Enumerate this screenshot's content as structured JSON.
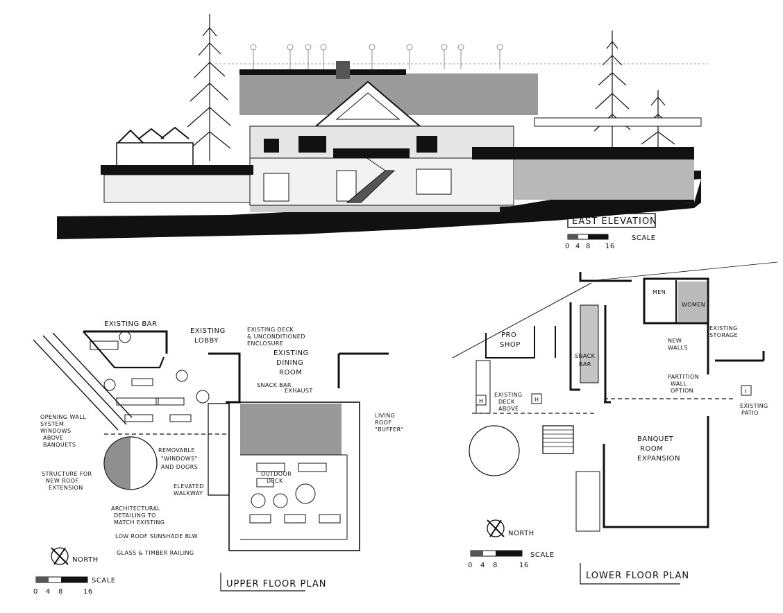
{
  "elevation": {
    "title": "EAST ELEVATION",
    "scale_label": "SCALE",
    "scale_ticks": [
      "0",
      "4",
      "8",
      "16"
    ]
  },
  "upper_plan": {
    "title": "UPPER FLOOR PLAN",
    "north_label": "NORTH",
    "scale_label": "SCALE",
    "scale_ticks": [
      "0",
      "4",
      "8",
      "16"
    ],
    "labels": {
      "existing_bar": "EXISTING BAR",
      "existing_lobby_1": "EXISTING",
      "existing_lobby_2": "LOBBY",
      "existing_deck_1": "EXISTING DECK",
      "existing_deck_2": "& UNCONDITIONED",
      "existing_deck_3": "ENCLOSURE",
      "dining_1": "EXISTING",
      "dining_2": "DINING",
      "dining_3": "ROOM",
      "snack_exhaust_1": "SNACK BAR",
      "snack_exhaust_2": "EXHAUST",
      "living_roof_1": "LIVING",
      "living_roof_2": "ROOF",
      "living_roof_3": "\"BUFFER\"",
      "opening_wall_1": "OPENING WALL",
      "opening_wall_2": "SYSTEM",
      "opening_wall_3": "WINDOWS",
      "opening_wall_4": "ABOVE",
      "opening_wall_5": "BANQUETS",
      "removable_1": "REMOVABLE",
      "removable_2": "\"WINDOWS\"",
      "removable_3": "AND DOORS",
      "elevated_1": "ELEVATED",
      "elevated_2": "WALKWAY",
      "outdoor_1": "OUTDOOR",
      "outdoor_2": "DECK",
      "structure_1": "STRUCTURE FOR",
      "structure_2": "NEW ROOF",
      "structure_3": "EXTENSION",
      "arch_1": "ARCHITECTURAL",
      "arch_2": "DETAILING TO",
      "arch_3": "MATCH EXISTING",
      "low_roof": "LOW ROOF SUNSHADE BLW",
      "railing": "GLASS & TIMBER RAILING"
    }
  },
  "lower_plan": {
    "title": "LOWER FLOOR PLAN",
    "north_label": "NORTH",
    "scale_label": "SCALE",
    "scale_ticks": [
      "0",
      "4",
      "8",
      "16"
    ],
    "labels": {
      "men": "MEN",
      "women": "WOMEN",
      "pro_shop_1": "PRO",
      "pro_shop_2": "SHOP",
      "snack_bar_1": "SNACK",
      "snack_bar_2": "BAR",
      "new_walls_1": "NEW",
      "new_walls_2": "WALLS",
      "existing_storage_1": "EXISTING",
      "existing_storage_2": "STORAGE",
      "partition_1": "PARTITION",
      "partition_2": "WALL",
      "partition_3": "OPTION",
      "existing_deck_1": "EXISTING",
      "existing_deck_2": "DECK",
      "existing_deck_3": "ABOVE",
      "existing_patio_1": "EXISTING",
      "existing_patio_2": "PATIO",
      "banquet_1": "BANQUET",
      "banquet_2": "ROOM",
      "banquet_3": "EXPANSION",
      "h_mark": "H",
      "i_mark": "I"
    }
  },
  "colors": {
    "ink": "#111111",
    "paper": "#ffffff",
    "tone": "#8a8a8a"
  }
}
